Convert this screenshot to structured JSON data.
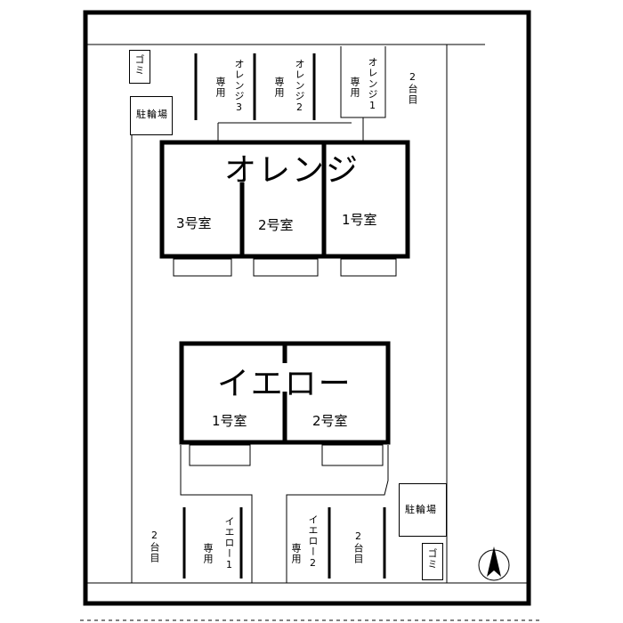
{
  "buildings": {
    "orange": {
      "name": "オレンジ",
      "rooms": [
        "3号室",
        "2号室",
        "1号室"
      ]
    },
    "yellow": {
      "name": "イエロー",
      "rooms": [
        "1号室",
        "2号室"
      ]
    }
  },
  "parking": {
    "orange_3": "オレンジ3",
    "orange_2": "オレンジ2",
    "orange_1": "オレンジ1",
    "yellow_1": "イエロー1",
    "yellow_2": "イエロー2",
    "dedicated": "専用",
    "two_cars": "2台目"
  },
  "facilities": {
    "bicycle": "駐輪場",
    "trash": "ゴミ"
  },
  "icons": {
    "north": "north-arrow-icon"
  },
  "colors": {
    "line": "#000000",
    "background": "#ffffff"
  }
}
